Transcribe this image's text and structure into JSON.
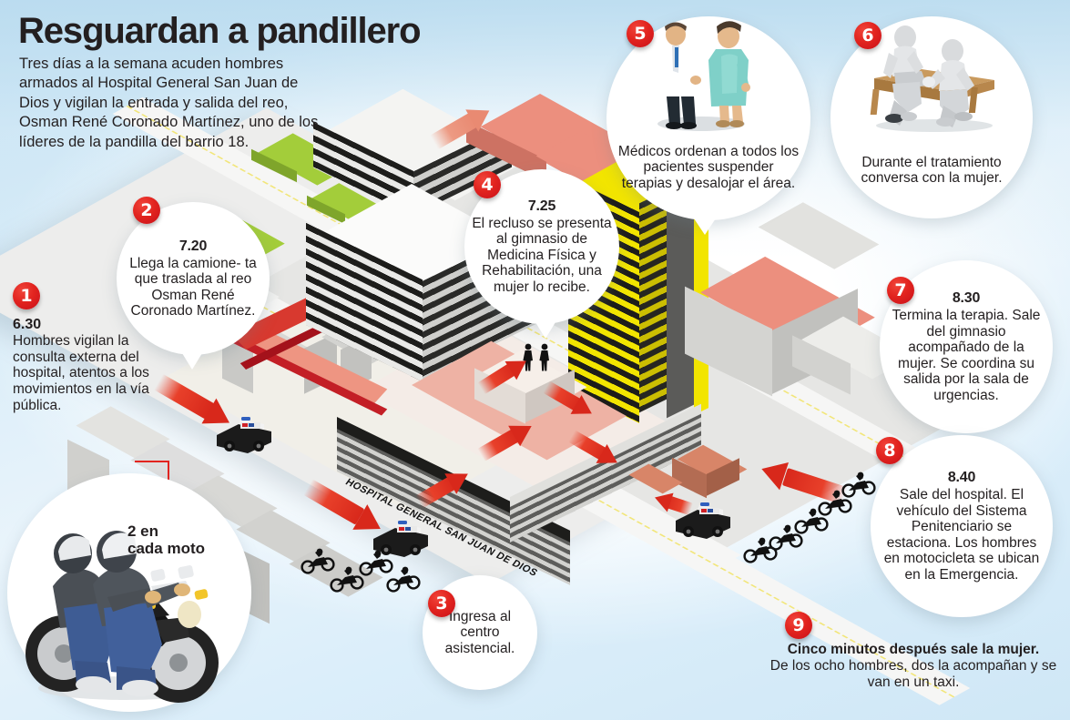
{
  "header": {
    "title": "Resguardan a pandillero",
    "intro": "Tres días a la semana acuden hombres armados al Hospital General San Juan de Dios y vigilan la entrada y salida del reo, Osman René Coronado Martínez, uno de los líderes de la pandilla del barrio 18."
  },
  "map": {
    "sign_text": "HOSPITAL GENERAL SAN JUAN DE DIOS",
    "moto_label": "2 en\ncada moto",
    "moto_label_line1": "2 en",
    "moto_label_line2": "cada moto"
  },
  "steps": [
    {
      "number": "1",
      "time": "6.30",
      "text": "Hombres vigilan la consulta externa del hospital, atentos a los movimientos en la vía pública.",
      "style": "plain"
    },
    {
      "number": "2",
      "time": "7.20",
      "text": "Llega la camione- ta que traslada al reo Osman René Coronado Martínez.",
      "style": "bubble"
    },
    {
      "number": "3",
      "time": "",
      "text": "Ingresa al centro asistencial.",
      "style": "bubble"
    },
    {
      "number": "4",
      "time": "7.25",
      "text": "El recluso se presenta al gimnasio de Medicina Física y Rehabilitación, una mujer lo recibe.",
      "style": "bubble"
    },
    {
      "number": "5",
      "time": "",
      "text": "Médicos ordenan a todos los pacientes suspender terapias y desalojar el área.",
      "style": "bubble-illustration",
      "illustration": "doctor-and-patient"
    },
    {
      "number": "6",
      "time": "",
      "text": "Durante el tratamiento conversa con la mujer.",
      "style": "bubble-illustration",
      "illustration": "therapy-session"
    },
    {
      "number": "7",
      "time": "8.30",
      "text": "Termina la terapia. Sale del gimnasio acompañado de la mujer. Se coordina su salida por la sala de urgencias.",
      "style": "bubble"
    },
    {
      "number": "8",
      "time": "8.40",
      "text": "Sale del hospital. El vehículo del Sistema Penitenciario se estaciona. Los hombres en motocicleta se ubican en la Emergencia.",
      "style": "bubble"
    },
    {
      "number": "9",
      "time": "",
      "text_bold": "Cinco minutos después sale la mujer.",
      "text": "De los ocho hombres, dos la acompañan y se van en un taxi.",
      "style": "plain-bottom"
    }
  ],
  "colors": {
    "accent_red": "#e2241f",
    "arrow_red": "#e8402a",
    "building_yellow": "#f2e500",
    "building_salmon": "#eb9180",
    "building_green": "#a3cd3a",
    "sky_blue": "#cfe6f4",
    "text_dark": "#231f20"
  }
}
